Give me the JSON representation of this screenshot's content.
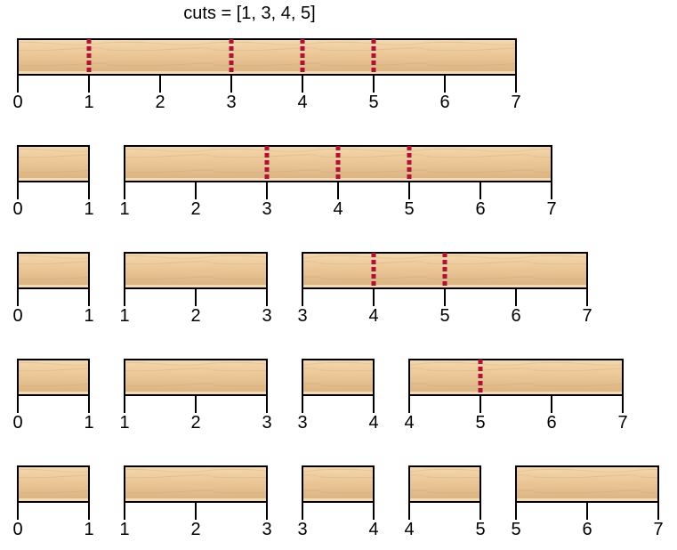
{
  "title": "cuts = [1, 3, 4, 5]",
  "colors": {
    "wood_light": "#f2d6ac",
    "wood_dark": "#dcb584",
    "outline": "#000000",
    "cut_mark": "#b0103a"
  },
  "rows": [
    {
      "pieces": [
        {
          "start": 0,
          "end": 7,
          "offset": 0,
          "cuts": [
            1,
            3,
            4,
            5
          ]
        }
      ]
    },
    {
      "pieces": [
        {
          "start": 0,
          "end": 1,
          "offset": 0,
          "cuts": []
        },
        {
          "start": 1,
          "end": 7,
          "offset": 1,
          "cuts": [
            3,
            4,
            5
          ]
        }
      ]
    },
    {
      "pieces": [
        {
          "start": 0,
          "end": 1,
          "offset": 0,
          "cuts": []
        },
        {
          "start": 1,
          "end": 3,
          "offset": 1,
          "cuts": []
        },
        {
          "start": 3,
          "end": 7,
          "offset": 2,
          "cuts": [
            4,
            5
          ]
        }
      ]
    },
    {
      "pieces": [
        {
          "start": 0,
          "end": 1,
          "offset": 0,
          "cuts": []
        },
        {
          "start": 1,
          "end": 3,
          "offset": 1,
          "cuts": []
        },
        {
          "start": 3,
          "end": 4,
          "offset": 2,
          "cuts": []
        },
        {
          "start": 4,
          "end": 7,
          "offset": 3,
          "cuts": [
            5
          ]
        }
      ]
    },
    {
      "pieces": [
        {
          "start": 0,
          "end": 1,
          "offset": 0,
          "cuts": []
        },
        {
          "start": 1,
          "end": 3,
          "offset": 1,
          "cuts": []
        },
        {
          "start": 3,
          "end": 4,
          "offset": 2,
          "cuts": []
        },
        {
          "start": 4,
          "end": 5,
          "offset": 3,
          "cuts": []
        },
        {
          "start": 5,
          "end": 7,
          "offset": 4,
          "cuts": []
        }
      ]
    }
  ]
}
